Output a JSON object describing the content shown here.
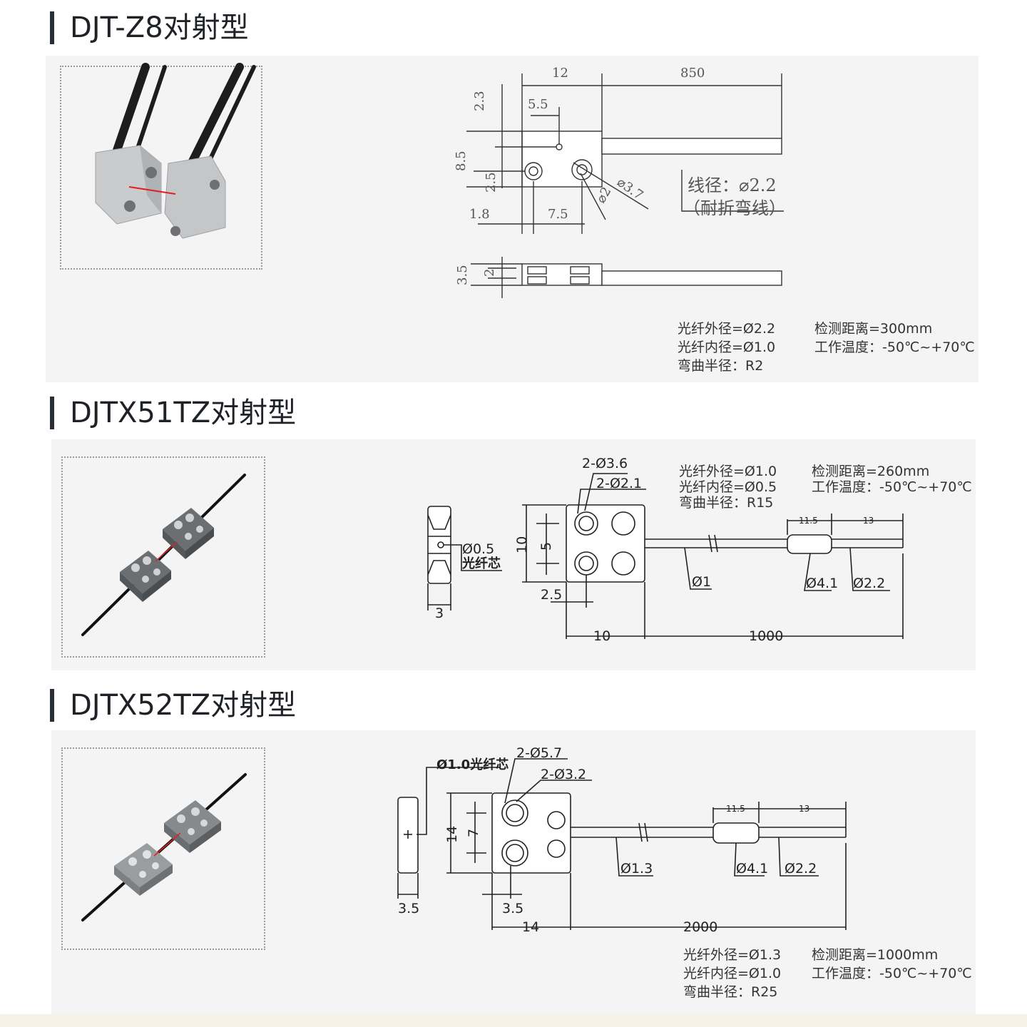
{
  "sections": [
    {
      "title": "DJT-Z8对射型",
      "dims": {
        "top_width": "12",
        "cable_length": "850",
        "offset_height": "2.3",
        "hole_offset": "5.5",
        "body_height": "8.5",
        "hole_height": "2.5",
        "left_margin": "1.8",
        "hole_spacing": "7.5",
        "hole_dia_large": "⌀3.7",
        "hole_dia_small": "⌀2",
        "cable_note": "线径：⌀2.2",
        "cable_note2": "（耐折弯线）",
        "side_height": "3.5",
        "side_height2": "2"
      },
      "specs_left": [
        "光纤外径=Ø2.2",
        "光纤内径=Ø1.0",
        "弯曲半径：R2"
      ],
      "specs_right": [
        "检测距离=300mm",
        "工作温度：-50℃~+70℃"
      ]
    },
    {
      "title": "DJTX51TZ对射型",
      "dims": {
        "hole_a": "2-Ø3.6",
        "hole_b": "2-Ø2.1",
        "core": "Ø0.5",
        "core_label": "光纤芯",
        "side_width": "3",
        "body_height": "10",
        "hole_pitch": "5",
        "edge": "2.5",
        "body_width": "10",
        "cable_length": "1000",
        "fiber_dia": "Ø1",
        "sleeve_dia": "Ø4.1",
        "tip_dia": "Ø2.2",
        "sleeve_len": "11.5",
        "tip_len": "13"
      },
      "specs_left": [
        "光纤外径=Ø1.0",
        "光纤内径=Ø0.5",
        "弯曲半径：R15"
      ],
      "specs_right": [
        "检测距离=260mm",
        "工作温度：-50℃~+70℃"
      ]
    },
    {
      "title": "DJTX52TZ对射型",
      "dims": {
        "core": "Ø1.0光纤芯",
        "hole_a": "2-Ø5.7",
        "hole_b": "2-Ø3.2",
        "body_height": "14",
        "hole_pitch": "7",
        "side_width": "3.5",
        "edge": "3.5",
        "body_width": "14",
        "cable_length": "2000",
        "fiber_dia": "Ø1.3",
        "sleeve_dia": "Ø4.1",
        "tip_dia": "Ø2.2",
        "sleeve_len": "11.5",
        "tip_len": "13"
      },
      "specs_left": [
        "光纤外径=Ø1.3",
        "光纤内径=Ø1.0",
        "弯曲半径：R25"
      ],
      "specs_right": [
        "检测距离=1000mm",
        "工作温度：-50℃~+70℃"
      ]
    }
  ]
}
